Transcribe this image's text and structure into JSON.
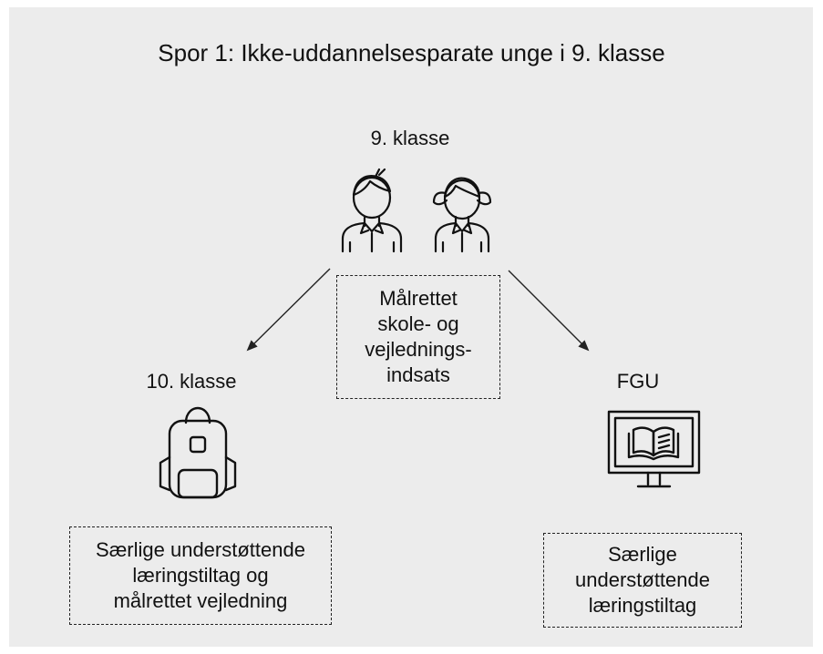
{
  "title": "Spor 1: Ikke-uddannelsesparate unge i 9. klasse",
  "nodes": {
    "ninth_grade": {
      "label": "9. klasse",
      "icons": [
        "boy-student-icon",
        "girl-student-icon"
      ],
      "box_lines": [
        "Målrettet",
        "skole- og",
        "vejlednings-",
        "indsats"
      ]
    },
    "tenth_grade": {
      "label": "10. klasse",
      "icon": "backpack-icon",
      "box_lines": [
        "Særlige understøttende",
        "læringstiltag og",
        "målrettet vejledning"
      ]
    },
    "fgu": {
      "label": "FGU",
      "icon": "computer-book-icon",
      "box_lines": [
        "Særlige",
        "understøttende",
        "læringstiltag"
      ]
    }
  },
  "edges": [
    {
      "from": "ninth_grade",
      "to": "tenth_grade"
    },
    {
      "from": "ninth_grade",
      "to": "fgu"
    }
  ]
}
